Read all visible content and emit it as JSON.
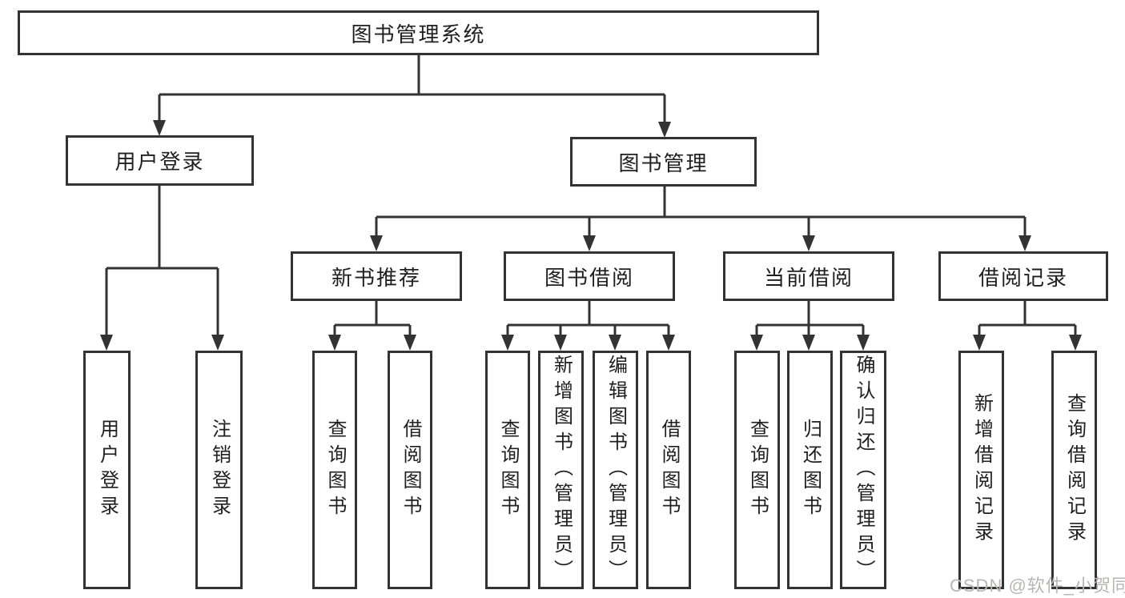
{
  "diagram": {
    "root": {
      "label": "图书管理系统"
    },
    "branches": [
      {
        "label": "用户登录",
        "children": [
          {
            "label": "用户登录"
          },
          {
            "label": "注销登录"
          }
        ]
      },
      {
        "label": "图书管理",
        "children": [
          {
            "label": "新书推荐",
            "children": [
              {
                "label": "查询图书"
              },
              {
                "label": "借阅图书"
              }
            ]
          },
          {
            "label": "图书借阅",
            "children": [
              {
                "label": "查询图书"
              },
              {
                "label": "新增图书（管理员）"
              },
              {
                "label": "编辑图书（管理员）"
              },
              {
                "label": "借阅图书"
              }
            ]
          },
          {
            "label": "当前借阅",
            "children": [
              {
                "label": "查询图书"
              },
              {
                "label": "归还图书"
              },
              {
                "label": "确认归还（管理员）"
              }
            ]
          },
          {
            "label": "借阅记录",
            "children": [
              {
                "label": "新增借阅记录"
              },
              {
                "label": "查询借阅记录"
              }
            ]
          }
        ]
      }
    ]
  },
  "watermark": {
    "text": "CSDN @软件_小贺同学"
  },
  "colors": {
    "line": "#333333",
    "box_border": "#333333",
    "text": "#1f1f1f",
    "watermark_text": "#b9b5b5",
    "background": "#ffffff"
  }
}
